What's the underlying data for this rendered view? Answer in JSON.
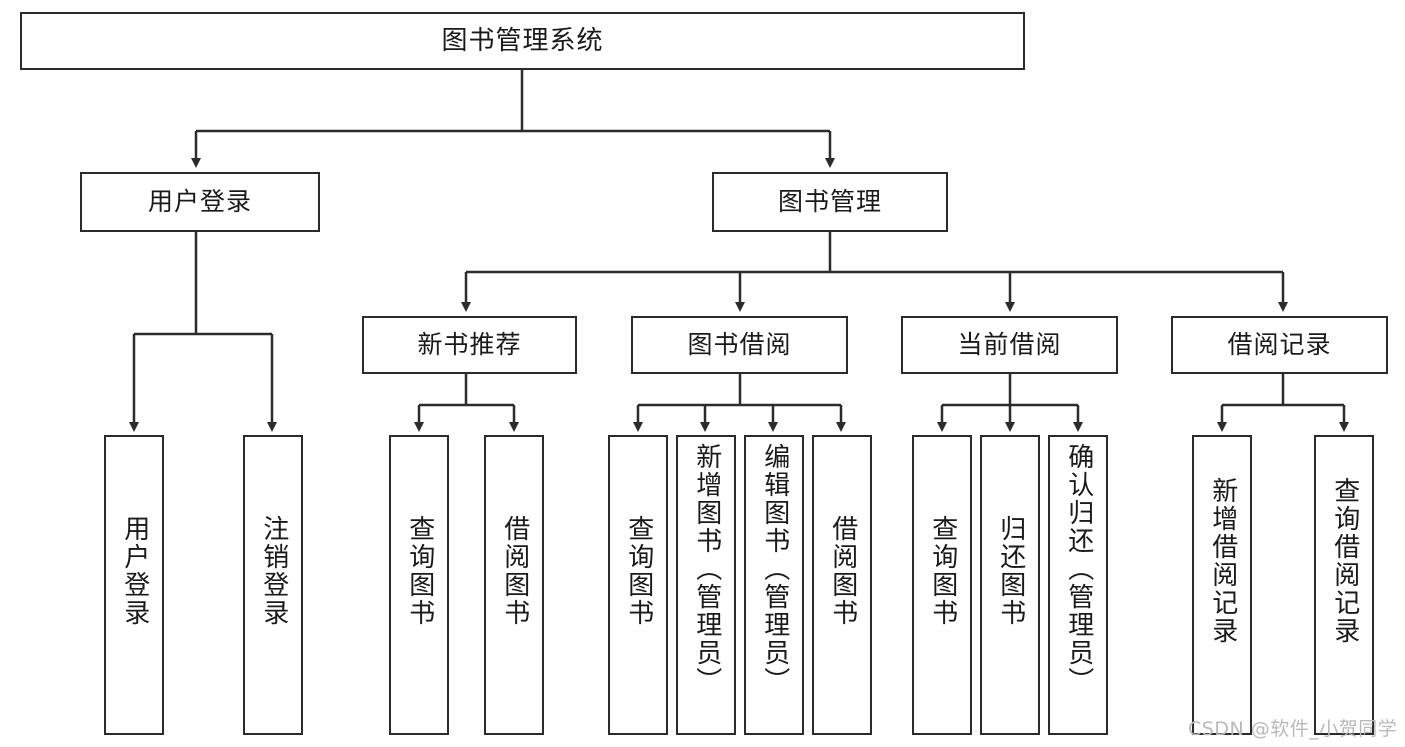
{
  "diagram": {
    "type": "hierarchy-tree",
    "title": "图书管理系统",
    "root": {
      "label": "图书管理系统"
    },
    "level1": [
      {
        "label": "用户登录"
      },
      {
        "label": "图书管理"
      }
    ],
    "level2": [
      {
        "label": "新书推荐"
      },
      {
        "label": "图书借阅"
      },
      {
        "label": "当前借阅"
      },
      {
        "label": "借阅记录"
      }
    ],
    "leaves": {
      "user_login": [
        {
          "label": "用户登录"
        },
        {
          "label": "注销登录"
        }
      ],
      "new_book": [
        {
          "label": "查询图书"
        },
        {
          "label": "借阅图书"
        }
      ],
      "borrow": [
        {
          "label": "查询图书"
        },
        {
          "label": "新增图书（管理员）"
        },
        {
          "label": "编辑图书（管理员）"
        },
        {
          "label": "借阅图书"
        }
      ],
      "current": [
        {
          "label": "查询图书"
        },
        {
          "label": "归还图书"
        },
        {
          "label": "确认归还（管理员）"
        }
      ],
      "records": [
        {
          "label": "新增借阅记录"
        },
        {
          "label": "查询借阅记录"
        }
      ]
    }
  },
  "watermark": {
    "text": "CSDN @软件_小贺同学"
  },
  "colors": {
    "stroke": "#2b2b2b",
    "background": "#ffffff",
    "text": "#1a1a1a",
    "watermark": "#b9b9b9"
  }
}
